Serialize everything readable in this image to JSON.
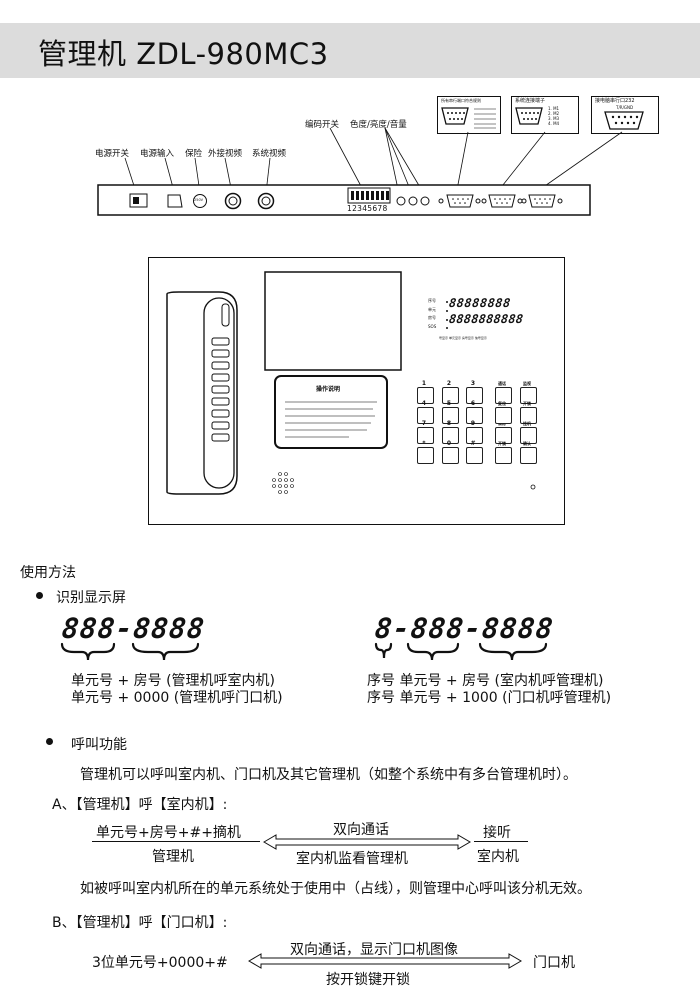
{
  "title": "管理机 ZDL-980MC3",
  "rear_panel": {
    "labels": {
      "power_switch": "电源开关",
      "power_input": "电源输入",
      "fuse": "保险",
      "ext_video": "外接视频",
      "sys_video": "系统视频",
      "code_switch": "编码开关",
      "color_adjust": "色度/亮度/音量",
      "dip_numbers": "12345678",
      "port_title_1": "所有串行端口符合规则",
      "port_title_2": "系统连接端子",
      "port_title_3": "接电脑串行口232",
      "fuse_text": "250V"
    },
    "port2_pins": [
      "1.  M1",
      "2.  M2",
      "3.  M3",
      "4.  M4"
    ],
    "port3_pins": [
      "T/R/GND"
    ]
  },
  "front_panel": {
    "display_labels": [
      "序号",
      "单元",
      "房号",
      "SOS"
    ],
    "display_digits_1": "88888888",
    "display_digits_2": "8888888888",
    "display_caption": "号显示 单元显示 房号显示 信号显示",
    "instructions_title": "操作说明",
    "key_numbers": [
      "1",
      "2",
      "3",
      "4",
      "5",
      "6",
      "7",
      "8",
      "9",
      "*",
      "0",
      "#"
    ],
    "func_keys": [
      "通话",
      "监视",
      "开锁",
      "清除",
      "挂机",
      "开锁",
      "确认",
      "复位"
    ]
  },
  "usage": {
    "heading": "使用方法",
    "section1": "识别显示屏",
    "display_left": "888-8888",
    "display_right": "8-888-8888",
    "left_line1": "单元号 + 房号   (管理机呼室内机)",
    "left_line2": "单元号 + 0000  (管理机呼门口机)",
    "right_line1": "序号   单元号  +  房号 (室内机呼管理机)",
    "right_line2": "序号   单元号  +  1000 (门口机呼管理机)",
    "section2": "呼叫功能",
    "call_desc": "管理机可以呼叫室内机、门口机及其它管理机（如整个系统中有多台管理机时）。",
    "a_title": "A、【管理机】呼【室内机】:",
    "a_top": "单元号+房号+#+摘机",
    "a_bottom": "管理机",
    "a_arrow_top": "双向通话",
    "a_arrow_bottom": "室内机监看管理机",
    "a_right_top": "接听",
    "a_right_bottom": "室内机",
    "a_note": "如被呼叫室内机所在的单元系统处于使用中（占线），则管理中心呼叫该分机无效。",
    "b_title": "B、【管理机】呼【门口机】:",
    "b_left": "3位单元号+0000+#",
    "b_arrow_top": "双向通话，显示门口机图像",
    "b_arrow_bottom": "按开锁键开锁",
    "b_right": "门口机"
  }
}
